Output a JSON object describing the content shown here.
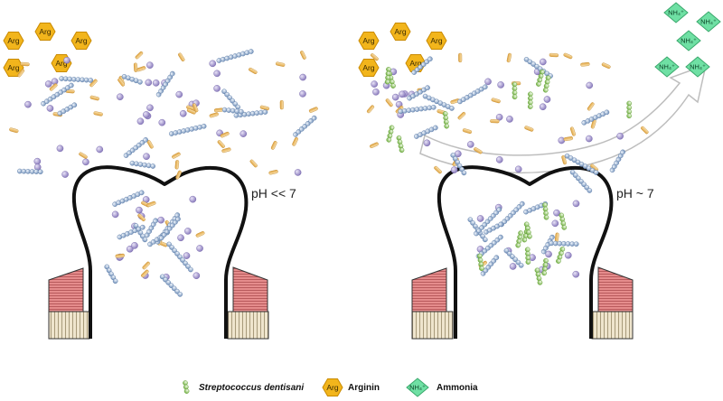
{
  "panels": {
    "left": {
      "ph_label": "pH << 7"
    },
    "right": {
      "ph_label": "pH ~ 7"
    }
  },
  "arginine_label": "Arg",
  "ammonia_label": "NH₄⁺",
  "legend": {
    "bacteria_label": "Streptococcus dentisani",
    "arginine_symbol": "Arg",
    "arginine_label": "Arginin",
    "ammonia_symbol": "NH₄⁺",
    "ammonia_label": "Ammonia"
  },
  "colors": {
    "arginine_fill": "#f2b51c",
    "arginine_stroke": "#c98a00",
    "ammonia_fill": "#6fe0a4",
    "ammonia_stroke": "#3aa86c",
    "cocci_purple": "#a79bd0",
    "strep_blue": "#9fb9d8",
    "rod_orange": "#f3c474",
    "strep_green": "#9ed66b",
    "gum_pink": "#e07f80",
    "root_tan": "#e8dcc0",
    "tooth_outline": "#111111"
  },
  "icons": {
    "arginine": "hexagon-icon",
    "ammonia": "diamond-icon",
    "bacterium": "chain-icon",
    "arrow": "curved-arrow-icon"
  }
}
